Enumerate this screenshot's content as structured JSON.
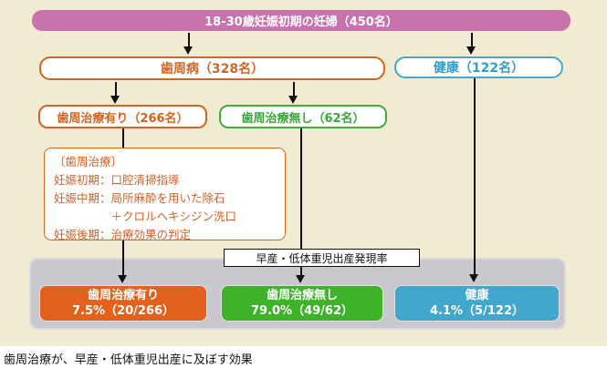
{
  "flowchart": {
    "root": {
      "label": "18-30歳妊娠初期の妊婦（450名）"
    },
    "level2": [
      {
        "id": "perio",
        "label": "歯周病（328名）"
      },
      {
        "id": "healthy",
        "label": "健康（122名）"
      }
    ],
    "level3": [
      {
        "id": "treated",
        "label": "歯周治療有り（266名）"
      },
      {
        "id": "untreated",
        "label": "歯周治療無し（62名）"
      }
    ],
    "note": {
      "title": "〔歯周治療〕",
      "lines": [
        "妊娠初期：口腔清掃指導",
        "妊娠中期：局所麻酔を用いた除石",
        "＋クロルヘキシジン洗口",
        "妊娠後期：治療効果の判定"
      ]
    },
    "outcome_label": "早産・低体重児出産発現率",
    "results": [
      {
        "id": "treated",
        "label": "歯周治療有り",
        "value": "7.5%（20/266）"
      },
      {
        "id": "untreated",
        "label": "歯周治療無し",
        "value": "79.0%（49/62）"
      },
      {
        "id": "healthy",
        "label": "健康",
        "value": "4.1%（5/122）"
      }
    ]
  },
  "caption": "歯周治療が、早産・低体重児出産に及ぼす効果",
  "colors": {
    "background_cream": "#f0ebd1",
    "root_pink": "#c973ad",
    "perio_orange": "#d4641f",
    "healthy_blue": "#45a7ce",
    "untreated_green": "#3fae39",
    "result_treated_orange": "#e2621d",
    "result_untreated_green": "#3eb32a",
    "result_healthy_blue": "#41a7cd",
    "panel_gray": "#c8c8cd"
  }
}
